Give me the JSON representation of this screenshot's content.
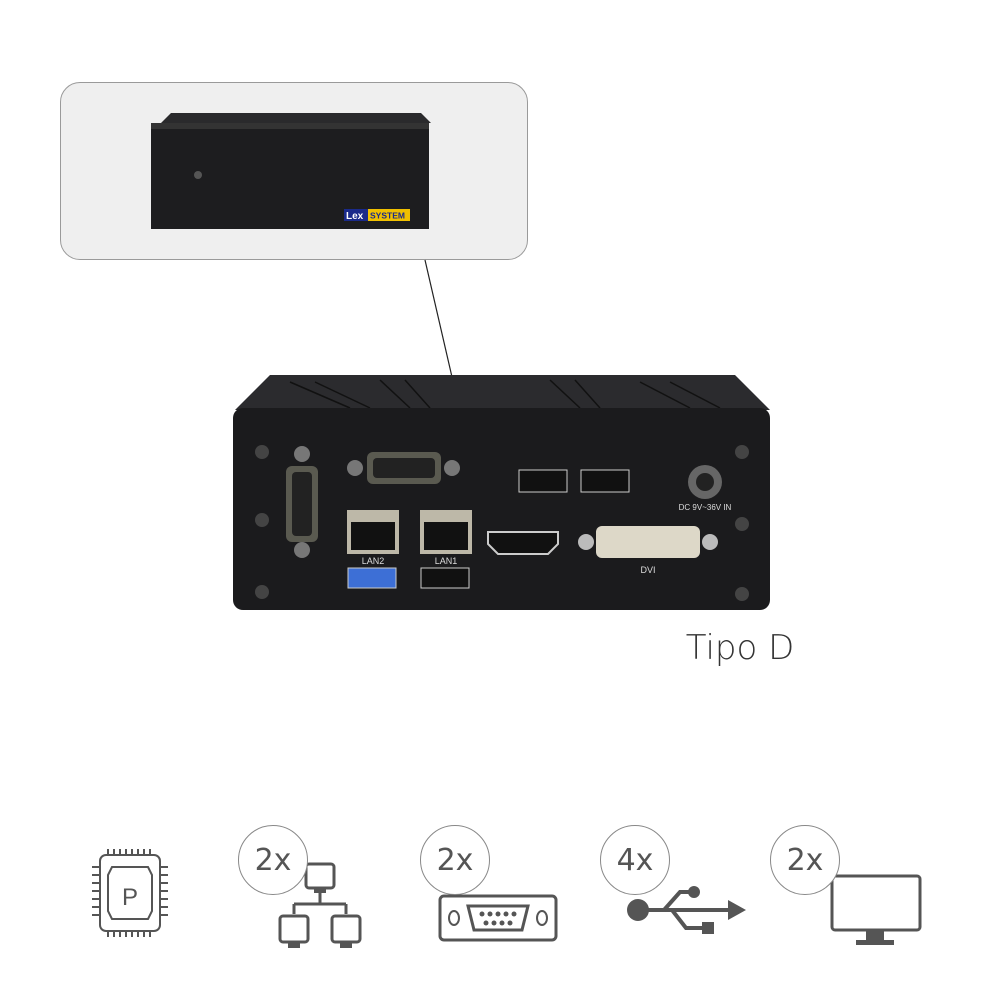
{
  "callout": {
    "brand_logo": "Lex SYSTEM"
  },
  "device": {
    "labels": {
      "lan2": "LAN2",
      "lan1": "LAN1",
      "dvi": "DVI",
      "power": "DC 9V~36V IN"
    }
  },
  "caption": "Tipo D",
  "features": [
    {
      "icon": "processor-icon",
      "count": ""
    },
    {
      "icon": "network-icon",
      "count": "2x"
    },
    {
      "icon": "serial-port-icon",
      "count": "2x"
    },
    {
      "icon": "usb-icon",
      "count": "4x"
    },
    {
      "icon": "monitor-icon",
      "count": "2x"
    }
  ],
  "colors": {
    "icon": "#555555",
    "device": "#1c1c1e",
    "callout_bg": "#efefef"
  }
}
